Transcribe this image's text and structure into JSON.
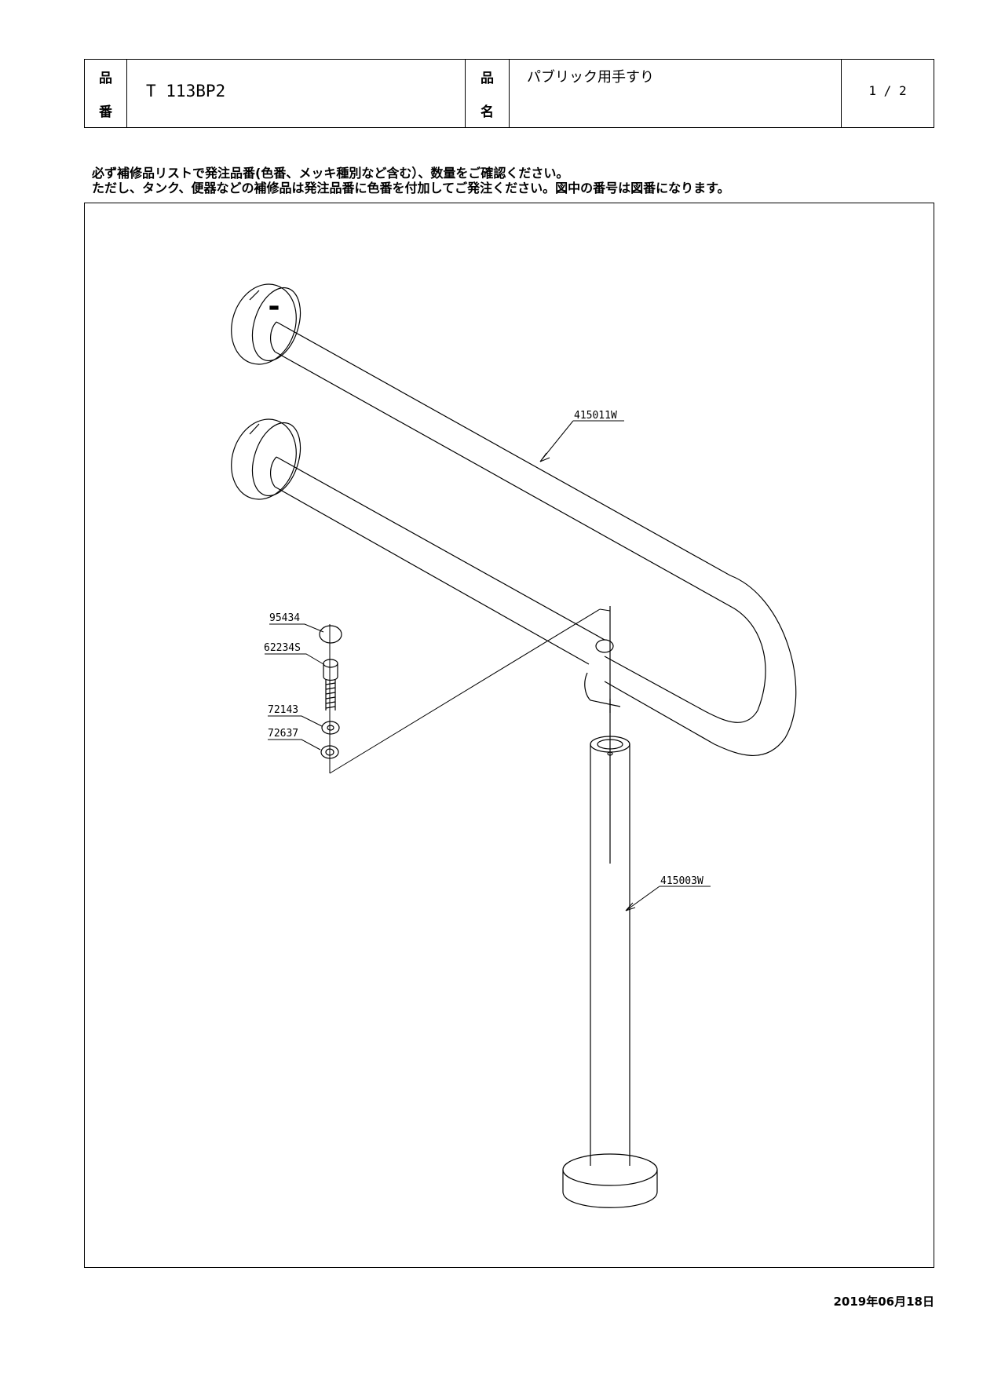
{
  "header": {
    "part_no_label_top": "品",
    "part_no_label_bottom": "番",
    "part_no": "T 113BP2",
    "product_name_label_top": "品",
    "product_name_label_bottom": "名",
    "product_name": "パブリック用手すり",
    "page": "1 / 2"
  },
  "notice": {
    "line1": "必ず補修品リストで発注品番(色番、メッキ種別など含む）、数量をご確認ください。",
    "line2": "ただし、タンク、便器などの補修品は発注品番に色番を付加してご発注ください。図中の番号は図番になります。"
  },
  "parts": {
    "handrail": "415011W",
    "post": "415003W",
    "cap": "95434",
    "bolt": "62234S",
    "washer": "72143",
    "spacer": "72637"
  },
  "footer": {
    "date": "2019年06月18日"
  }
}
